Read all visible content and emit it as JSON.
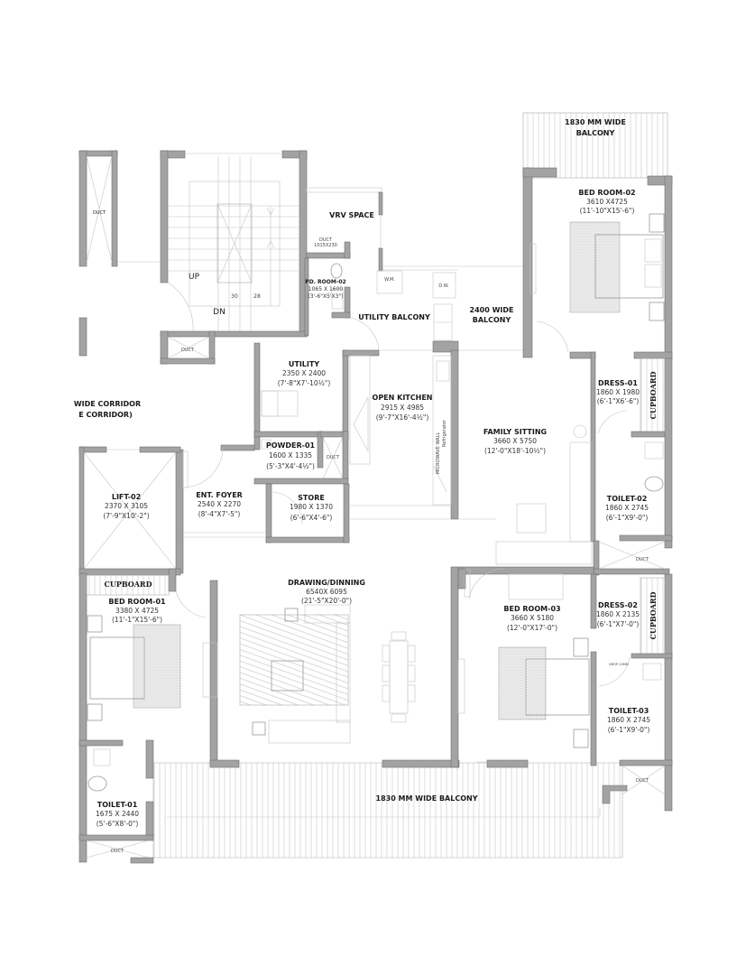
{
  "rooms": {
    "bed_room_02": {
      "name": "BED ROOM-02",
      "mm": "3610 X4725",
      "ft": "(11'-10\"X15'-6\")"
    },
    "balcony_top": {
      "line1": "1830 MM  WIDE",
      "line2": "BALCONY"
    },
    "vrv": {
      "name": "VRV  SPACE"
    },
    "duct_small": {
      "name": "DUCT",
      "mm": "1015X230"
    },
    "pd_room_02": {
      "name": "PD. ROOM-02",
      "mm": "1065 X 1600",
      "ft": "(3'-6\"X5'X3\")"
    },
    "utility_balcony": {
      "name": "UTILITY BALCONY"
    },
    "wm": {
      "name": "W.M."
    },
    "dw": {
      "name": "D.W."
    },
    "balcony_2400": {
      "line1": "2400 WIDE",
      "line2": "BALCONY"
    },
    "utility": {
      "name": "UTILITY",
      "mm": "2350 X 2400",
      "ft": "(7'-8\"X7'-10½\")"
    },
    "open_kitchen": {
      "name": "OPEN KITCHEN",
      "mm": "2915 X 4985",
      "ft": "(9'-7\"X16'-4½\")"
    },
    "refrigerator": {
      "name": "Refrigerator"
    },
    "microwave_wall": {
      "name": "MICROWAVE WALL"
    },
    "family_sitting": {
      "name": "FAMILY SITTING",
      "mm": "3660 X 5750",
      "ft": "(12'-0\"X18'-10½\")"
    },
    "dress_01": {
      "name": "DRESS-01",
      "mm": "1860 X 1980",
      "ft": "(6'-1\"X6'-6\")"
    },
    "cupboard_right_1": {
      "name": "CUPBOARD"
    },
    "toilet_02": {
      "name": "TOILET-02",
      "mm": "1860 X 2745",
      "ft": "(6'-1\"X9'-0\")"
    },
    "powder_01": {
      "name": "POWDER-01",
      "mm": "1600 X 1335",
      "ft": "(5'-3\"X4'-4½\")"
    },
    "store": {
      "name": "STORE",
      "mm": "1980 X 1370",
      "ft": "(6'-6\"X4'-6\")"
    },
    "ent_foyer": {
      "name": "ENT. FOYER",
      "mm": "2540 X 2270",
      "ft": "(8'-4\"X7'-5\")"
    },
    "lift_02": {
      "name": "LIFT-02",
      "mm": "2370  X 3105",
      "ft": "(7'-9\"X10'-2\")"
    },
    "corridor": {
      "line1": "WIDE CORRIDOR",
      "line2": "E CORRIDOR)"
    },
    "cupboard_left": {
      "name": "CUPBOARD"
    },
    "bed_room_01": {
      "name": "BED ROOM-01",
      "mm": "3380 X 4725",
      "ft": "(11'-1\"X15'-6\")"
    },
    "drawing": {
      "name": "DRAWING/DINNING",
      "mm": "6540X 6095",
      "ft": "(21'-5\"X20'-0\")"
    },
    "bed_room_03": {
      "name": "BED ROOM-03",
      "mm": "3660 X 5180",
      "ft": "(12'-0\"X17'-0\")"
    },
    "dress_02": {
      "name": "DRESS-02",
      "mm": "1860 X 2135",
      "ft": "(6'-1\"X7'-0\")"
    },
    "cupboard_right_2": {
      "name": "CUPBOARD"
    },
    "drop_label": {
      "name": "DROP-10MM"
    },
    "toilet_03": {
      "name": "TOILET-03",
      "mm": "1860 X 2745",
      "ft": "(6'-1\"X9'-0\")"
    },
    "toilet_01": {
      "name": "TOILET-01",
      "mm": "1675 X 2440",
      "ft": "(5'-6\"X8'-0\")"
    },
    "balcony_bottom": {
      "name": "1830 MM WIDE BALCONY"
    }
  },
  "stair": {
    "up": "UP",
    "dn": "DN",
    "step_a": "30",
    "step_b": "28"
  },
  "ducts": {
    "label": "DUCT"
  },
  "colors": {
    "wall": "#a3a3a3",
    "line": "#9a9a9a",
    "text": "#1a1a1a"
  }
}
